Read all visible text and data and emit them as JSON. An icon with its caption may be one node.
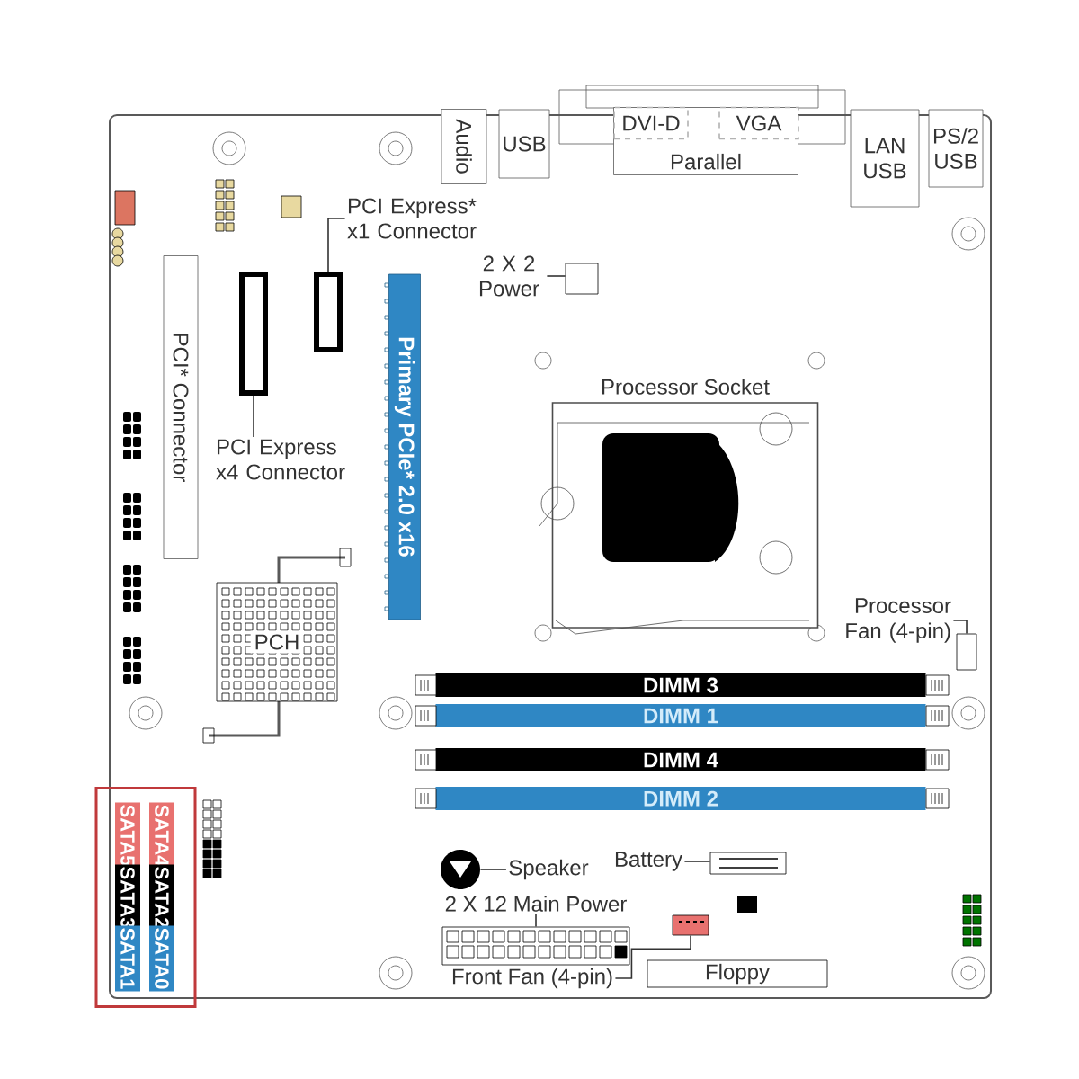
{
  "diagram": {
    "nodes": [
      {
        "text": [
          "Audio"
        ]
      },
      {
        "text": [
          "USB"
        ]
      },
      {
        "text": [
          "Parallel"
        ]
      },
      {
        "text": [
          "DVI-D"
        ],
        "in": 2
      },
      {
        "text": [
          "VGA"
        ],
        "in": 2
      },
      {
        "text": [
          "LAN USB"
        ]
      },
      {
        "text": [
          "PS/2 USB"
        ]
      },
      {
        "text": [
          "PCI* Connector"
        ]
      },
      {
        "text": [],
        "shape": "box"
      },
      {
        "text": [],
        "shape": "box"
      },
      {
        "text": [
          "PCI Express* x1 Connector"
        ]
      },
      {
        "text": [
          "PCI Express x4 Connector"
        ]
      },
      {
        "text": [
          "Primary PCIe* 2.0 x16"
        ]
      },
      {
        "text": [
          "2 X 2 Power"
        ]
      },
      {
        "text": [],
        "shape": "box"
      },
      {
        "text": [
          "PCH"
        ]
      },
      {
        "text": [
          "Processor Fan (4-pin)"
        ]
      },
      {
        "text": [],
        "shape": "box"
      },
      {
        "text": [
          "DIMM 3"
        ]
      },
      {
        "text": [
          "DIMM 1"
        ]
      },
      {
        "text": [
          "DIMM 4"
        ]
      },
      {
        "text": [
          "DIMM 2"
        ]
      },
      {
        "text": [],
        "shape": "box"
      },
      {
        "text": [
          "SATA5"
        ],
        "in": 22
      },
      {
        "text": [
          "SATA4"
        ],
        "in": 22
      },
      {
        "text": [
          "SATA3"
        ],
        "in": 22
      },
      {
        "text": [
          "SATA2"
        ],
        "in": 22
      },
      {
        "text": [
          "SATA1"
        ],
        "in": 22
      },
      {
        "text": [
          "SATA0"
        ],
        "in": 22
      },
      {
        "text": [],
        "shape": "circle"
      },
      {
        "text": [
          "Speaker"
        ]
      },
      {
        "text": [
          "Battery"
        ]
      },
      {
        "text": [],
        "shape": "box"
      },
      {
        "text": [
          "2 X 12 Main Power"
        ]
      },
      {
        "text": [],
        "shape": "box"
      },
      {
        "text": [],
        "shape": "box"
      },
      {
        "text": [
          "Front Fan (4-pin)"
        ]
      },
      {
        "text": [
          "Floppy"
        ]
      },
      {
        "text": [
          "Processor Socket"
        ]
      }
    ],
    "edges": [
      {
        "from": 10,
        "to": 9,
        "arrow": "none"
      },
      {
        "from": 11,
        "to": 8,
        "arrow": "none"
      },
      {
        "from": 13,
        "to": 14,
        "arrow": "none"
      },
      {
        "from": 30,
        "to": 29,
        "arrow": "none"
      },
      {
        "from": 31,
        "to": 32,
        "arrow": "none"
      },
      {
        "from": 33,
        "to": 34,
        "arrow": "none"
      },
      {
        "from": 36,
        "to": 35,
        "arrow": "none"
      },
      {
        "from": 16,
        "to": 17,
        "arrow": "none"
      }
    ]
  }
}
